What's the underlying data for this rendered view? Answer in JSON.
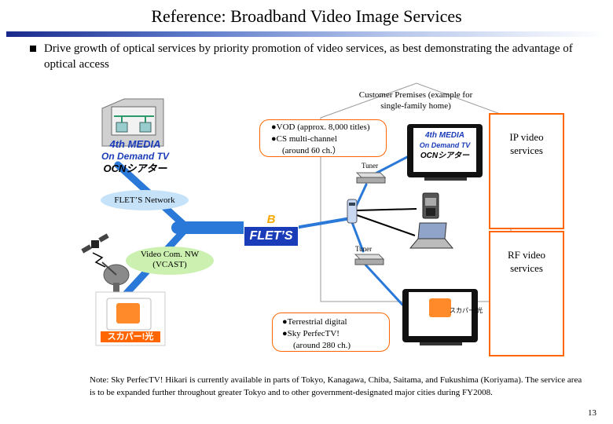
{
  "title": "Reference: Broadband Video Image Services",
  "bullet": "Drive growth of optical services by priority promotion of video services, as best demonstrating the advantage of optical access",
  "premises_label": "Customer Premises (example for single-family home)",
  "vod_callout": {
    "line1": "●VOD (approx. 8,000 titles)",
    "line2": "●CS multi-channel",
    "line3": "(around 60 ch.）"
  },
  "rf_callout": {
    "line1": "●Terrestrial digital",
    "line2": "●Sky PerfecTV!",
    "line3": "(around 280 ch.)"
  },
  "tuner_top": "Tuner",
  "tuner_bottom": "Tuner",
  "flets_network": "FLET’S Network",
  "video_nw": {
    "line1": "Video Com. NW",
    "line2": "(VCAST)"
  },
  "flets_logo": {
    "top": "B",
    "bottom": "FLET’S"
  },
  "ip_services": {
    "line1": "IP video",
    "line2": "services"
  },
  "rf_services": {
    "line1": "RF video",
    "line2": "services"
  },
  "logos": {
    "fourth_media": "4th MEDIA",
    "on_demand": "On Demand TV",
    "ocn": "OCNシアター",
    "skyperfec": "スカパー!光",
    "skyperfec_small": "スカパー!光"
  },
  "note": "Note: Sky PerfecTV! Hikari is currently available in parts of Tokyo, Kanagawa, Chiba, Saitama, and Fukushima (Koriyama). The service area is to be expanded further throughout greater Tokyo and to other government-designated major cities during FY2008.",
  "page_number": "13",
  "colors": {
    "line_blue": "#2a78d8",
    "accent_orange": "#ff6600",
    "bubble_blue": "#c6e2f8",
    "bubble_green": "#ccf0b0",
    "flets_blue": "#1a3cb8"
  }
}
